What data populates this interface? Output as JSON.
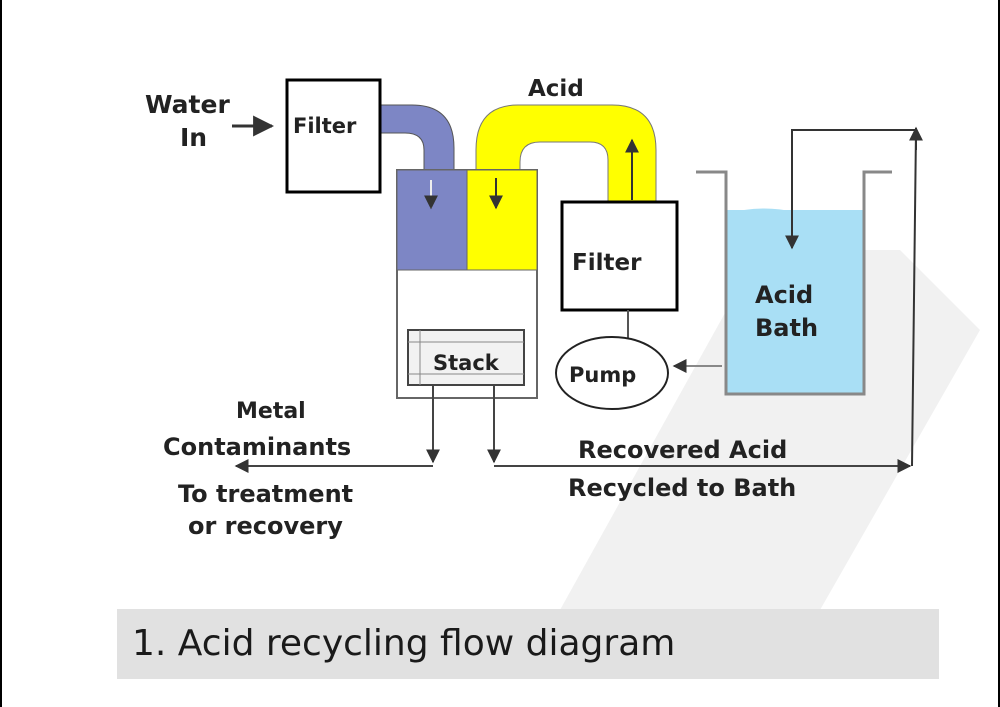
{
  "diagram": {
    "labels": {
      "water_in_line1": "Water",
      "water_in_line2": "In",
      "filter_top": "Filter",
      "acid": "Acid",
      "filter_right": "Filter",
      "stack": "Stack",
      "pump": "Pump",
      "acid_bath_line1": "Acid",
      "acid_bath_line2": "Bath",
      "metal_line1": "Metal",
      "metal_line2": "Contaminants",
      "treatment_line1": "To treatment",
      "treatment_line2": "or recovery",
      "recovered_line1": "Recovered Acid",
      "recovered_line2": "Recycled to Bath"
    },
    "colors": {
      "water_pipe": "#7d86c5",
      "acid_pipe": "#ffff00",
      "bath_water": "#a9dff5",
      "caption_bg": "#e1e1e1"
    }
  },
  "caption": {
    "text": "1. Acid recycling flow diagram"
  }
}
